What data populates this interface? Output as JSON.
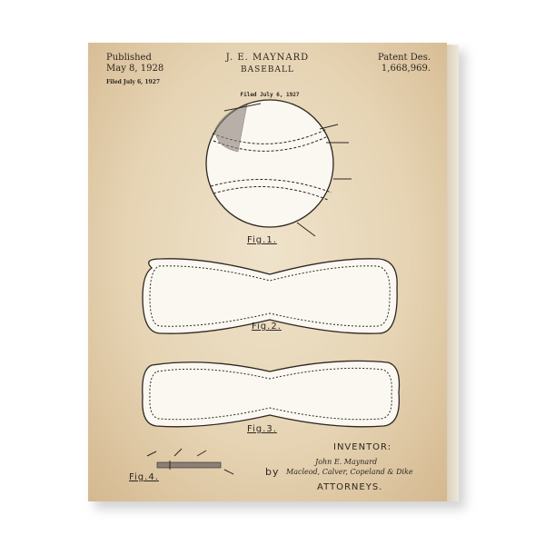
{
  "header": {
    "published_label": "Published",
    "published_date": "May 8, 1928",
    "filed_left": "Filed July 6, 1927",
    "inventor_name": "J. E. MAYNARD",
    "title": "BASEBALL",
    "patent_label": "Patent Des.",
    "patent_number": "1,668,969."
  },
  "drawing": {
    "filed_center": "Filed July 6, 1927",
    "fig1": "Fig.1.",
    "fig2": "Fig.2.",
    "fig3": "Fig.3.",
    "fig4": "Fig.4."
  },
  "footer": {
    "inventor_label": "INVENTOR:",
    "inventor_signature": "John E. Maynard",
    "by_label": "by",
    "attorneys_signature": "Macleod, Calver, Copeland & Dike",
    "attorneys_label": "ATTORNEYS."
  },
  "colors": {
    "paper": "#e6d4b4",
    "ink": "#2e2620"
  }
}
